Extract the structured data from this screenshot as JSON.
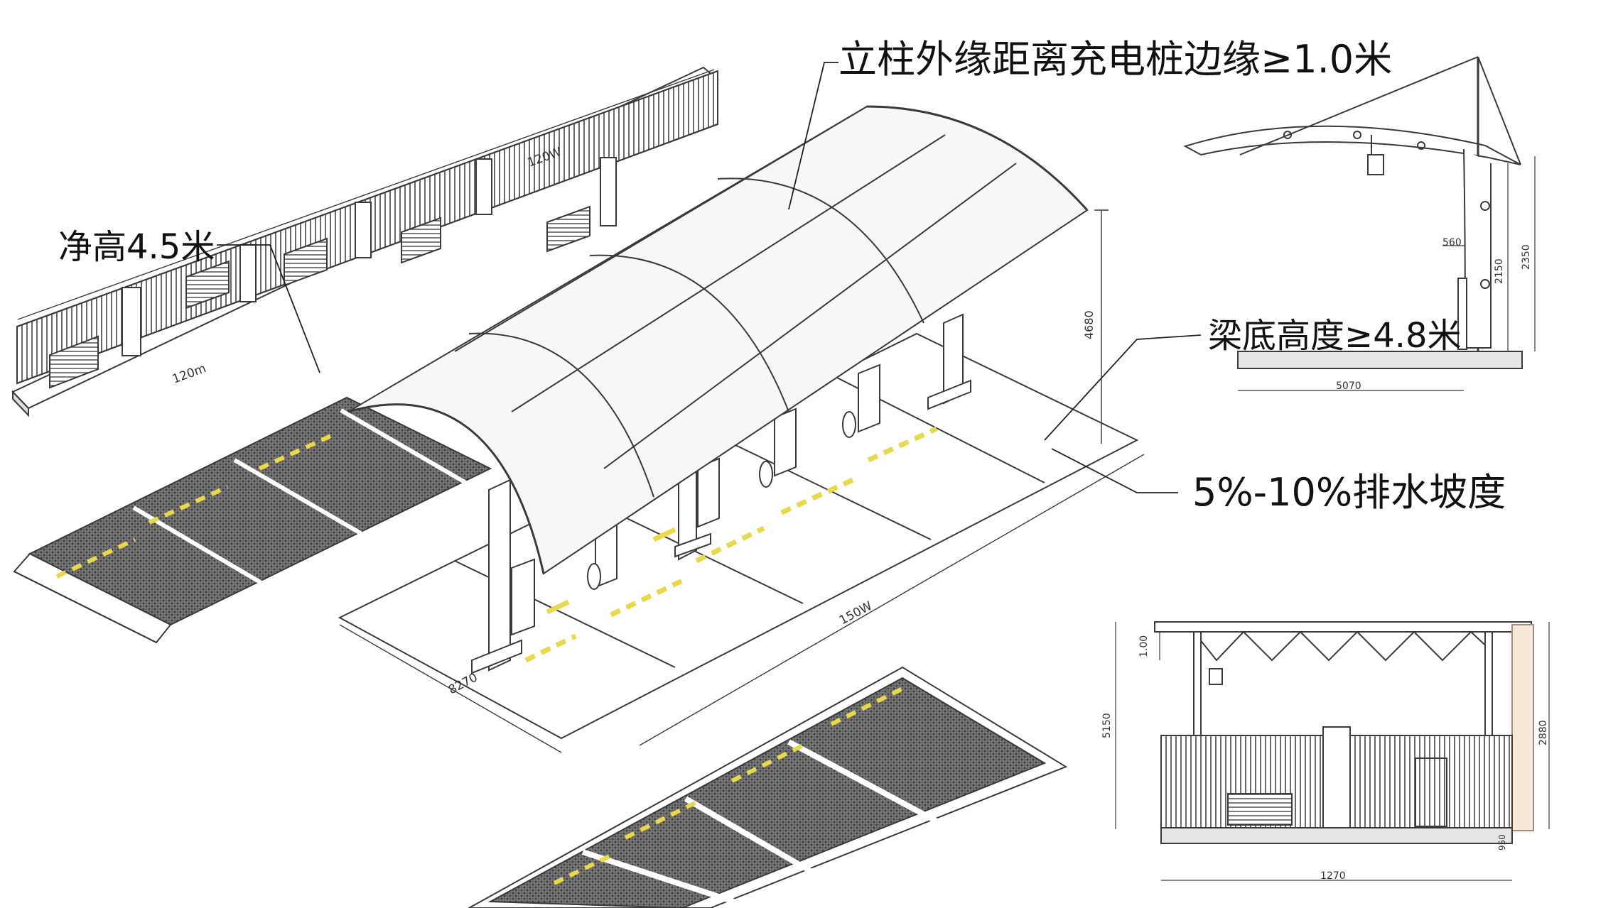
{
  "annotations": {
    "column_clearance": "立柱外缘距离充电桩边缘≥1.0米",
    "clear_height": "净高4.5米",
    "beam_height": "梁底高度≥4.8米",
    "drainage_slope": "5%-10%排水坡度"
  },
  "dimensions": {
    "iso_wall_length_a": "120W",
    "iso_wall_length_b": "120m",
    "iso_height": "4680",
    "iso_length": "150W",
    "iso_depth": "8270",
    "side_inner": "560",
    "side_h1": "2150",
    "side_h2": "2350",
    "side_base": "5070",
    "front_truss": "1.00",
    "front_height": "5150",
    "front_wall": "2880",
    "front_base_h": "950",
    "front_width": "1270"
  },
  "colors": {
    "line": "#3a3a3a",
    "stripe_yellow": "#e8d84a",
    "stripe_black": "#1a1a1a",
    "paver": "#6b6b6b",
    "canopy": "#f7f7f7"
  }
}
